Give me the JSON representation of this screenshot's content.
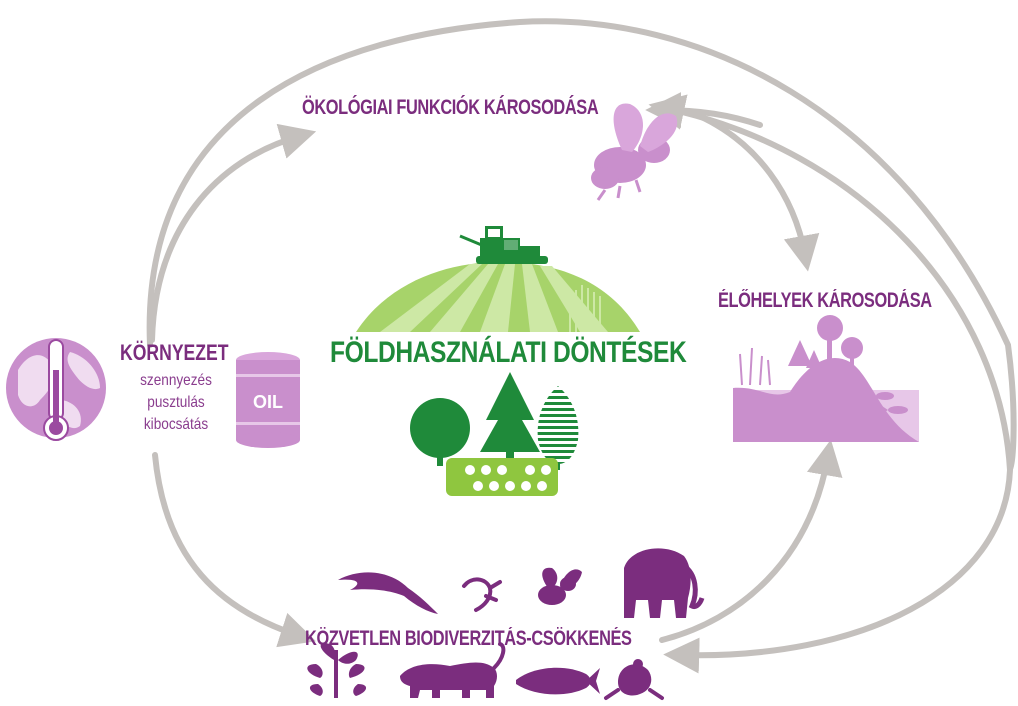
{
  "diagram": {
    "center_title": "FÖLDHASZNÁLATI DÖNTÉSEK",
    "ecological": "ÖKOLÓGIAI FUNKCIÓK KÁROSODÁSA",
    "habitat": "ÉLŐHELYEK KÁROSODÁSA",
    "biodiversity": "KÖZVETLEN BIODIVERZITÁS-CSÖKKENÉS",
    "environment": {
      "title": "KÖRNYEZET",
      "items": [
        "szennyezés",
        "pusztulás",
        "kibocsátás"
      ]
    },
    "oil_label": "OIL"
  },
  "colors": {
    "purple_dark": "#7b2d7e",
    "purple_mid": "#9b4aa0",
    "purple_light": "#c98fcc",
    "green_dark": "#1f8a3a",
    "green_light": "#8fc63f",
    "arrow_gray": "#c4c0bd"
  },
  "icons": [
    "thermometer-globe-icon",
    "oil-barrel-icon",
    "combine-harvester-icon",
    "bee-icon",
    "bird-icon",
    "shrimp-icon",
    "wasp-icon",
    "elephant-icon",
    "plant-icon",
    "panther-icon",
    "tuna-icon",
    "frog-icon"
  ]
}
